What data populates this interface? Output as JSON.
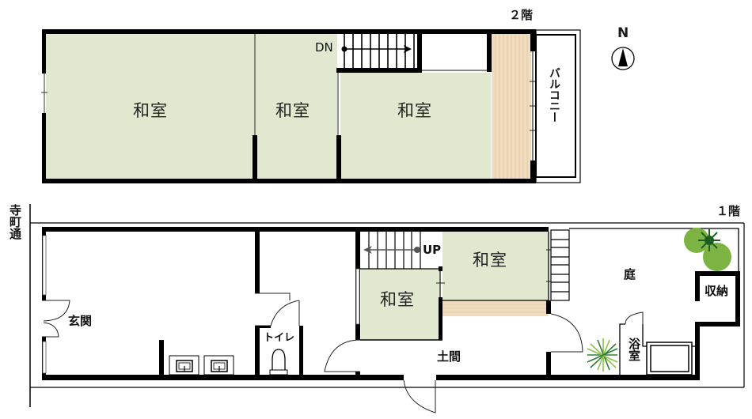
{
  "colors": {
    "tatami": "#e0e8cf",
    "wood_floor": "#f1dcbe",
    "wall": "#000000",
    "tree_light": "#7cb342",
    "tree_dark": "#1b5e20",
    "plant_light": "#8bc34a",
    "plant_dark": "#2e7d32"
  },
  "compass": {
    "label": "N",
    "icon": "north-arrow-icon"
  },
  "floor2": {
    "title": "２階",
    "rooms": [
      {
        "id": "washitsu-west",
        "label": "和室"
      },
      {
        "id": "washitsu-middle",
        "label": "和室"
      },
      {
        "id": "washitsu-east",
        "label": "和室"
      }
    ],
    "stairs": {
      "label": "DN",
      "direction": "down"
    },
    "balcony": {
      "label": "バルコニー"
    }
  },
  "floor1": {
    "title": "１階",
    "street": {
      "label": "寺町通"
    },
    "rooms": [
      {
        "id": "genkan",
        "label": "玄関"
      },
      {
        "id": "toilet",
        "label": "トイレ"
      },
      {
        "id": "washitsu-south",
        "label": "和室"
      },
      {
        "id": "washitsu-north",
        "label": "和室"
      },
      {
        "id": "doma",
        "label": "土間"
      },
      {
        "id": "niwa",
        "label": "庭"
      },
      {
        "id": "shuno",
        "label": "収納"
      },
      {
        "id": "yokushitsu",
        "label": "浴室"
      }
    ],
    "stairs": {
      "label": "UP",
      "direction": "up"
    }
  }
}
